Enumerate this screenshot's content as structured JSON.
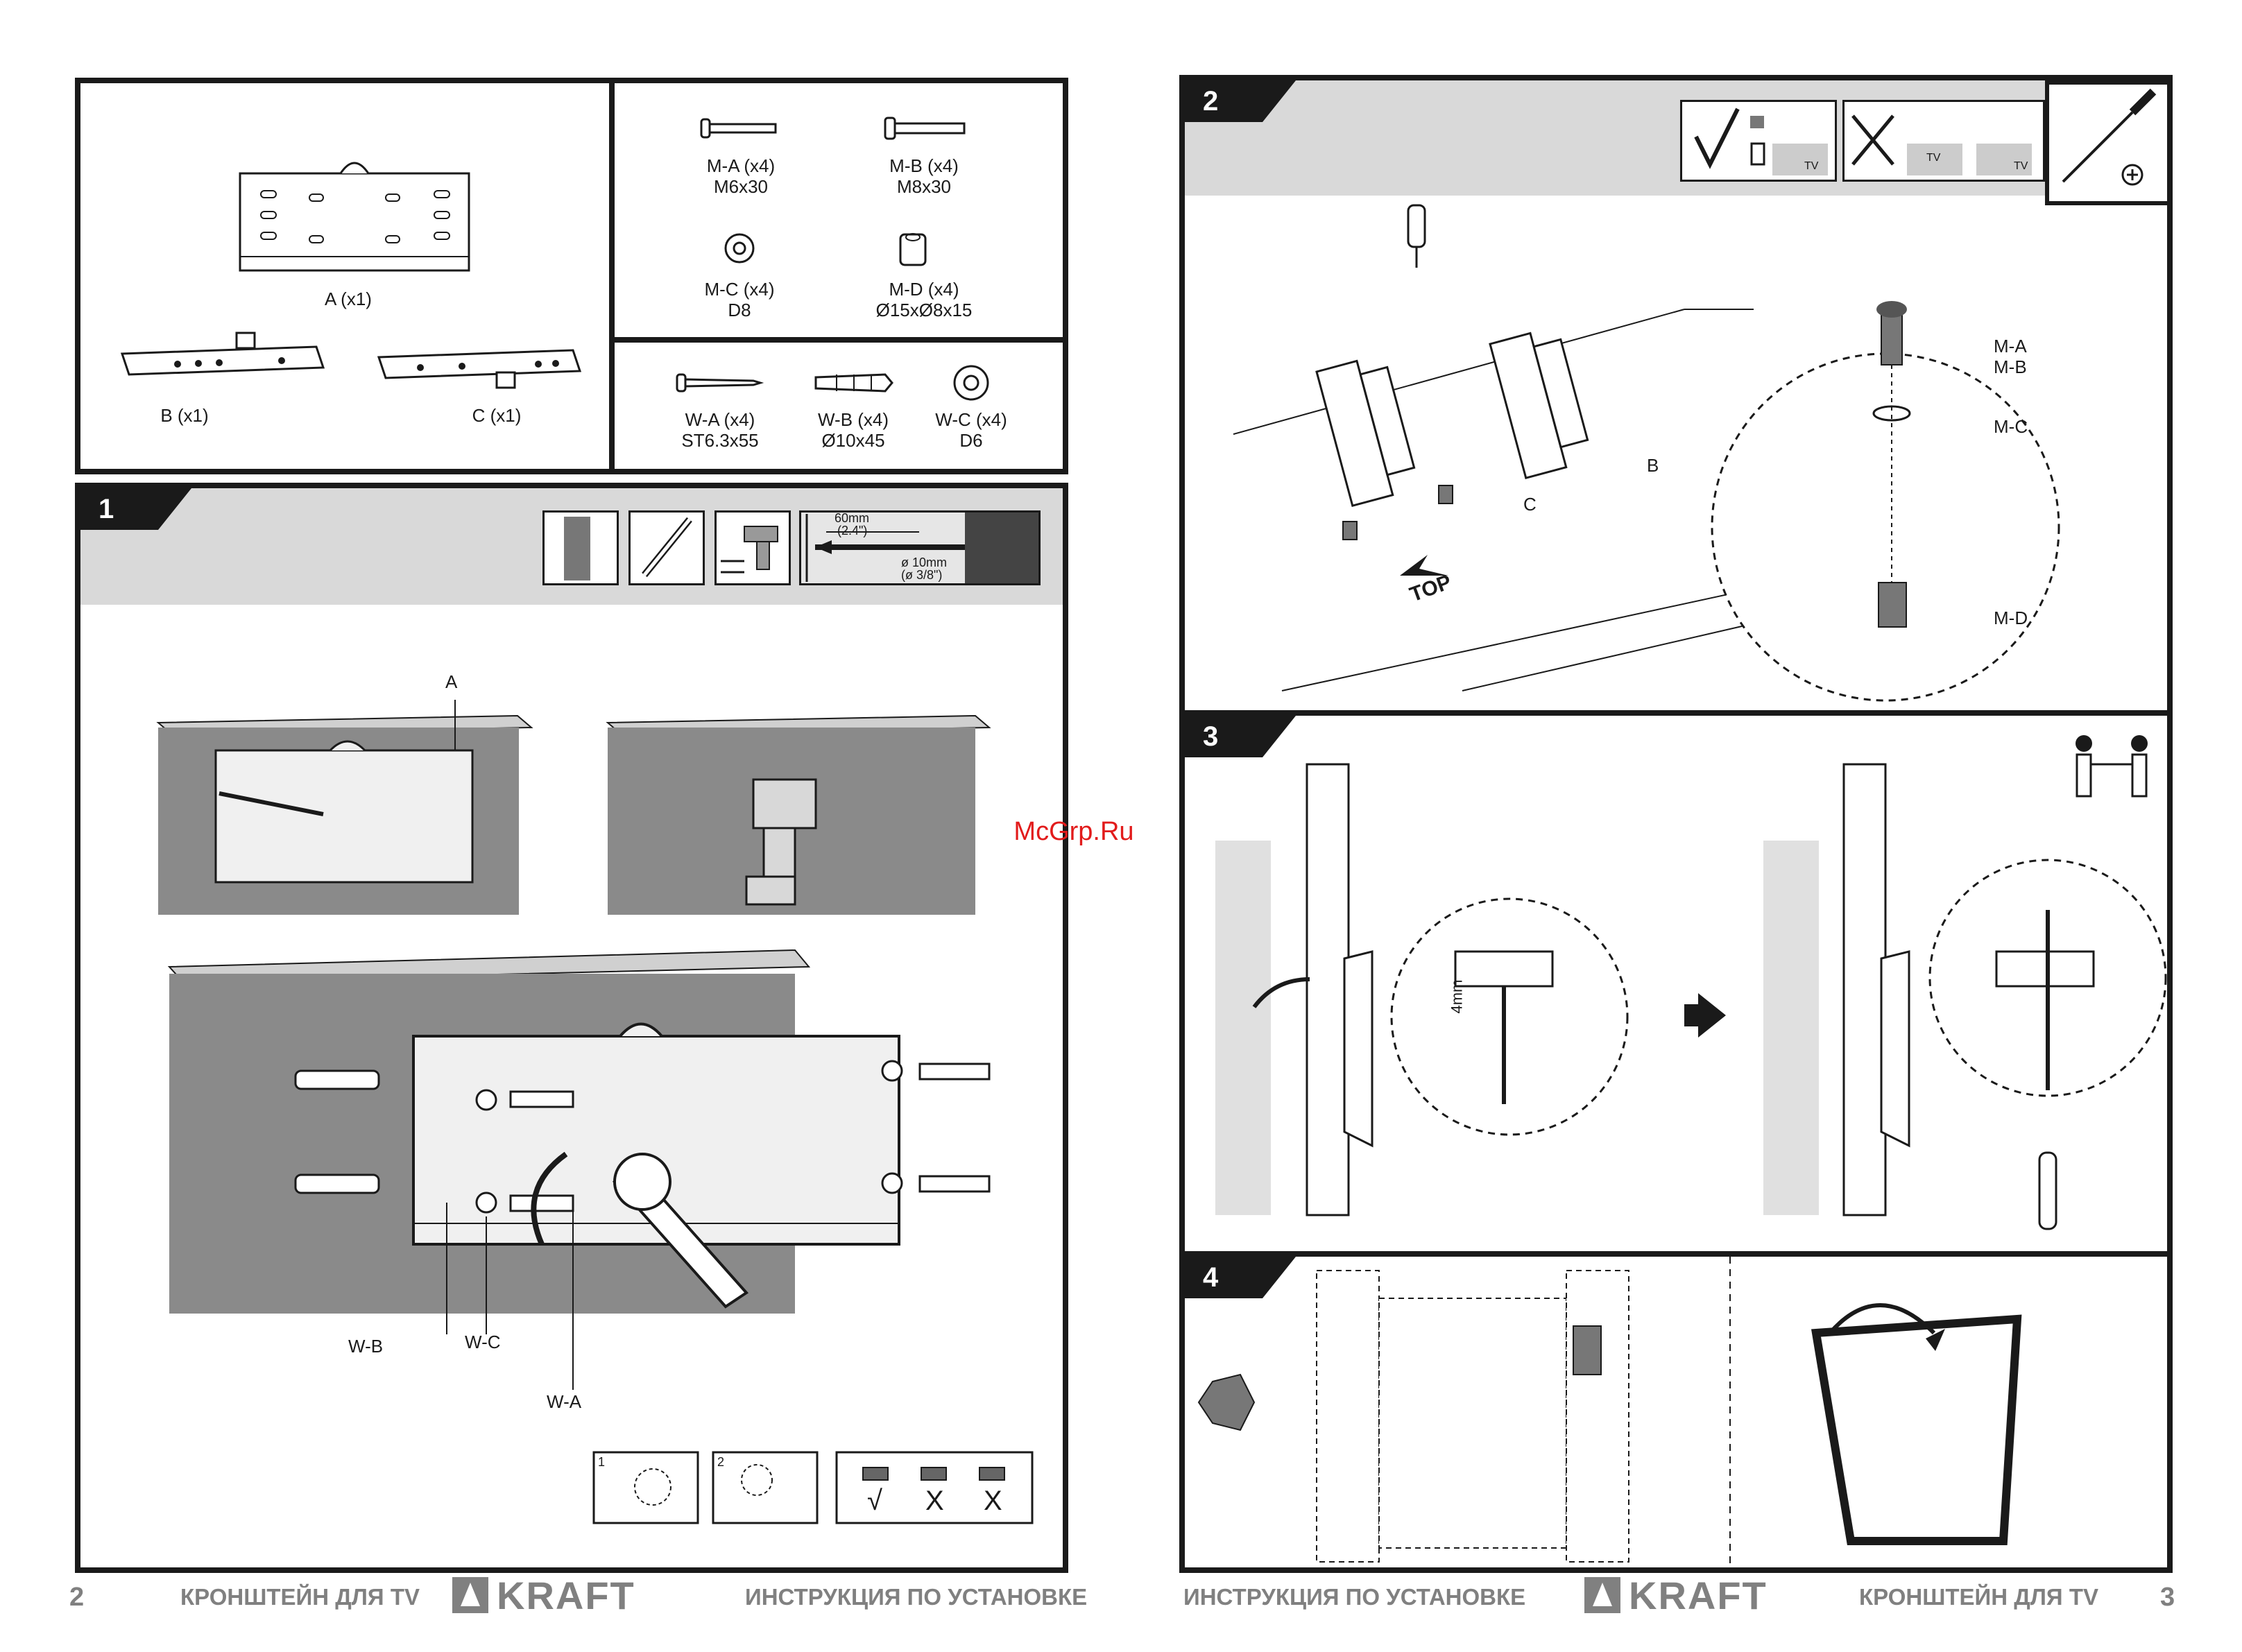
{
  "left_page": {
    "page_number": "2",
    "footer_product": "КРОНШТЕЙН ДЛЯ TV",
    "footer_brand": "KRAFT",
    "footer_section": "ИНСТРУКЦИЯ ПО УСТАНОВКЕ"
  },
  "right_page": {
    "page_number": "3",
    "footer_product": "КРОНШТЕЙН ДЛЯ TV",
    "footer_brand": "KRAFT",
    "footer_section": "ИНСТРУКЦИЯ ПО УСТАНОВКЕ"
  },
  "parts": {
    "a": "A (x1)",
    "b": "B (x1)",
    "c": "C (x1)",
    "ma": {
      "name": "M-A (x4)",
      "size": "M6x30"
    },
    "mb": {
      "name": "M-B (x4)",
      "size": "M8x30"
    },
    "mc": {
      "name": "M-C (x4)",
      "size": "D8"
    },
    "md": {
      "name": "M-D (x4)",
      "size": "Ø15xØ8x15"
    },
    "wa": {
      "name": "W-A (x4)",
      "size": "ST6.3x55"
    },
    "wb": {
      "name": "W-B (x4)",
      "size": "Ø10x45"
    },
    "wc": {
      "name": "W-C (x4)",
      "size": "D6"
    }
  },
  "step1": {
    "number": "1",
    "drill_depth": "60mm",
    "drill_depth_in": "(2.4\")",
    "drill_dia": "ø 10mm",
    "drill_dia_in": "(ø 3/8\")",
    "label_a": "A",
    "label_wb": "W-B",
    "label_wc": "W-C",
    "label_wa": "W-A",
    "check_1": "1",
    "check_2": "2",
    "mark_ok": "√",
    "mark_x1": "X",
    "mark_x2": "X"
  },
  "step2": {
    "number": "2",
    "top_label": "TOP",
    "label_b": "B",
    "label_c": "C",
    "label_ma": "M-A",
    "label_mb": "M-B",
    "label_mc": "M-C",
    "label_md": "M-D",
    "tv_1": "TV",
    "tv_2": "TV",
    "tv_3": "TV"
  },
  "step3": {
    "number": "3",
    "gap": "4mm"
  },
  "step4": {
    "number": "4"
  },
  "watermark": "McGrp.Ru",
  "colors": {
    "ink": "#1a1a1a",
    "header_grey": "#d9d9d9",
    "wall": "#9a9a9a",
    "footer_grey": "#808080",
    "watermark": "#e21b1b"
  }
}
